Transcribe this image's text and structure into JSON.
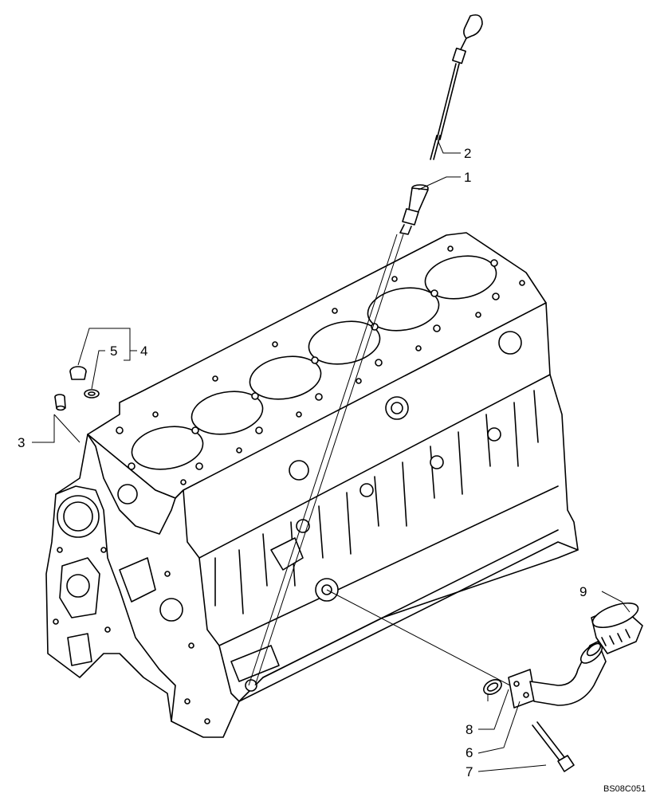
{
  "callouts": [
    {
      "id": "1",
      "label": "1",
      "part": "dipstick-tube"
    },
    {
      "id": "2",
      "label": "2",
      "part": "dipstick"
    },
    {
      "id": "3",
      "label": "3",
      "part": "dowel-plug"
    },
    {
      "id": "4",
      "label": "4",
      "part": "plug-assembly"
    },
    {
      "id": "5",
      "label": "5",
      "part": "sealing-washer"
    },
    {
      "id": "6",
      "label": "6",
      "part": "oil-filler-pipe"
    },
    {
      "id": "7",
      "label": "7",
      "part": "capscrew"
    },
    {
      "id": "8",
      "label": "8",
      "part": "o-ring"
    },
    {
      "id": "9",
      "label": "9",
      "part": "filler-cap"
    }
  ],
  "reference_code": "BS08C051"
}
